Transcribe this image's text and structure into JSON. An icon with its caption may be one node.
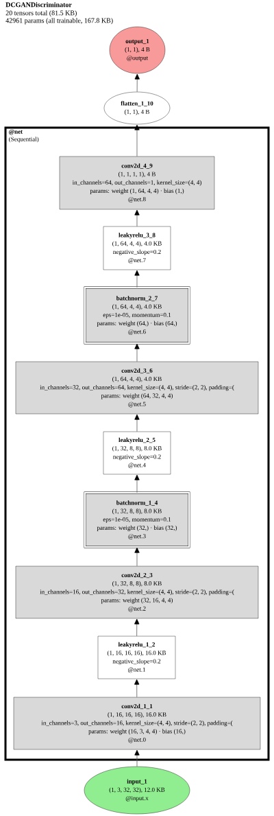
{
  "diagram": {
    "title": "DCGANDiscriminator",
    "labels": [
      "20 tensors total (81.5 KB)",
      "42961 params (all trainable, 167.8 KB)"
    ],
    "nodes": [
      {
        "text": [
          "output_1",
          "(1, 1), 4 B",
          "@output"
        ]
      },
      {
        "text": [
          "flatten_1_10",
          "(1, 1), 4 B"
        ]
      },
      {
        "text": [
          "@net",
          "(Sequential)"
        ]
      },
      {
        "text": [
          "conv2d_4_9",
          "(1, 1, 1, 1), 4 B",
          "in_channels=64, out_channels=1, kernel_size=(4, 4)",
          "params: weight (1, 64, 4, 4) · bias (1,)",
          "@net.8"
        ],
        "in": 2
      },
      {
        "text": [
          "leakyrelu_3_8",
          "(1, 64, 4, 4), 4.0 KB",
          "negative_slope=0.2",
          "@net.7"
        ],
        "in": 2
      },
      {
        "text": [
          "batchnorm_2_7",
          "(1, 64, 4, 4), 4.0 KB",
          "eps=1e-05, momentum=0.1",
          "params: weight (64,) · bias (64,)",
          "@net.6"
        ],
        "in": 2
      },
      {
        "text": [
          "conv2d_3_6",
          "(1, 64, 4, 4), 4.0 KB",
          "in_channels=32, out_channels=64, kernel_size=(4, 4), stride=(2, 2), padding=(",
          "params: weight (64, 32, 4, 4)",
          "@net.5"
        ],
        "in": 2
      },
      {
        "text": [
          "leakyrelu_2_5",
          "(1, 32, 8, 8), 8.0 KB",
          "negative_slope=0.2",
          "@net.4"
        ],
        "in": 2
      },
      {
        "text": [
          "batchnorm_1_4",
          "(1, 32, 8, 8), 8.0 KB",
          "eps=1e-05, momentum=0.1",
          "params: weight (32,) · bias (32,)",
          "@net.3"
        ],
        "in": 2
      },
      {
        "text": [
          "conv2d_2_3",
          "(1, 32, 8, 8), 8.0 KB",
          "in_channels=16, out_channels=32, kernel_size=(4, 4), stride=(2, 2), padding=(",
          "params: weight (32, 16, 4, 4)",
          "@net.2"
        ],
        "in": 2
      },
      {
        "text": [
          "leakyrelu_1_2",
          "(1, 16, 16, 16), 16.0 KB",
          "negative_slope=0.2",
          "@net.1"
        ],
        "in": 2
      },
      {
        "text": [
          "conv2d_1_1",
          "(1, 16, 16, 16), 16.0 KB",
          "in_channels=3, out_channels=16, kernel_size=(4, 4), stride=(2, 2), padding=(",
          "params: weight (16, 3, 4, 4) · bias (16,)",
          "@net.0"
        ],
        "in": 2
      },
      {
        "text": [
          "input_1",
          "(1, 3, 32, 32), 12.0 KB",
          "@input.x"
        ]
      }
    ],
    "edges": [
      {
        "from": 12,
        "to": 11,
        "arrow": "to"
      },
      {
        "from": 11,
        "to": 10,
        "arrow": "to"
      },
      {
        "from": 10,
        "to": 9,
        "arrow": "to"
      },
      {
        "from": 9,
        "to": 8,
        "arrow": "to"
      },
      {
        "from": 8,
        "to": 7,
        "arrow": "to"
      },
      {
        "from": 7,
        "to": 6,
        "arrow": "to"
      },
      {
        "from": 6,
        "to": 5,
        "arrow": "to"
      },
      {
        "from": 5,
        "to": 4,
        "arrow": "to"
      },
      {
        "from": 4,
        "to": 3,
        "arrow": "to"
      },
      {
        "from": 3,
        "to": 1,
        "arrow": "to"
      },
      {
        "from": 1,
        "to": 0,
        "arrow": "to"
      }
    ]
  }
}
